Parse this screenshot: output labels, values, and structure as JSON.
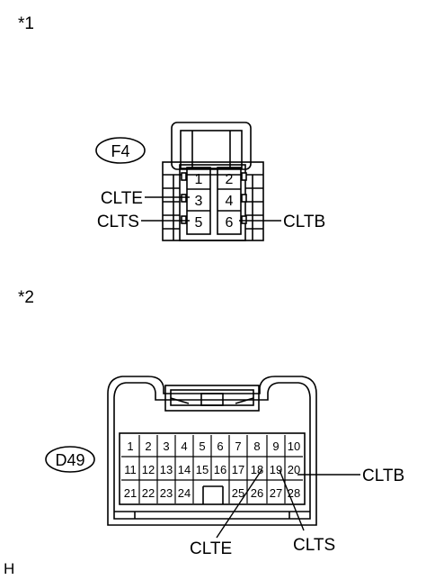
{
  "labels": {
    "section1": "*1",
    "section2": "*2",
    "footer": "H"
  },
  "f4": {
    "id": "F4",
    "pins": [
      "1",
      "2",
      "3",
      "4",
      "5",
      "6"
    ],
    "clte": "CLTE",
    "clts": "CLTS",
    "cltb": "CLTB"
  },
  "d49": {
    "id": "D49",
    "row1": [
      "1",
      "2",
      "3",
      "4",
      "5",
      "6",
      "7",
      "8",
      "9",
      "10"
    ],
    "row2": [
      "11",
      "12",
      "13",
      "14",
      "15",
      "16",
      "17",
      "18",
      "19",
      "20"
    ],
    "row3": [
      "21",
      "22",
      "23",
      "24",
      "25",
      "26",
      "27",
      "28"
    ],
    "clte": "CLTE",
    "clts": "CLTS",
    "cltb": "CLTB"
  }
}
